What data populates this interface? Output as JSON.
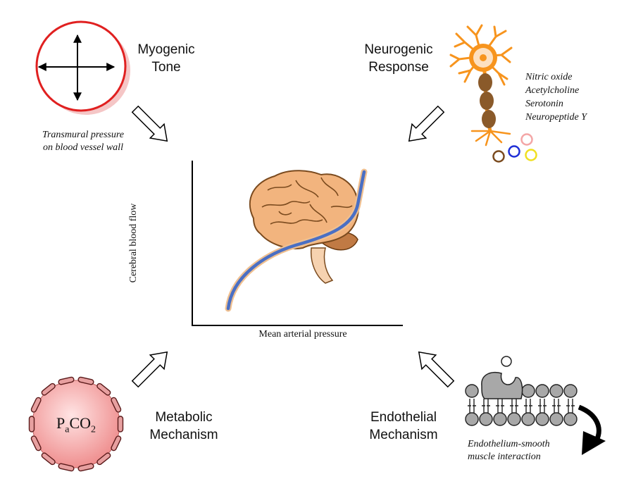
{
  "myogenic": {
    "title_line1": "Myogenic",
    "title_line2": "Tone",
    "caption_line1": "Transmural pressure",
    "caption_line2": "on blood vessel wall"
  },
  "neurogenic": {
    "title_line1": "Neurogenic",
    "title_line2": "Response",
    "transmitters": [
      "Nitric oxide",
      "Acetylcholine",
      "Serotonin",
      "Neuropeptide Y"
    ],
    "transmitter_colors": [
      "#f4a6a6",
      "#7a4a1e",
      "#1f2fd6",
      "#f0e020"
    ]
  },
  "metabolic": {
    "title_line1": "Metabolic",
    "title_line2": "Mechanism",
    "symbol_main": "P",
    "symbol_sub": "a",
    "symbol_rest": "CO",
    "symbol_sub2": "2"
  },
  "endothelial": {
    "title_line1": "Endothelial",
    "title_line2": "Mechanism",
    "caption_line1": "Endothelium-smooth",
    "caption_line2": "muscle interaction"
  },
  "graph": {
    "y_axis_label": "Cerebral blood flow",
    "x_axis_label": "Mean arterial pressure"
  },
  "colors": {
    "curve": "#4a6fc4",
    "curve_halo": "#f0c090",
    "brain": "#f2b47e",
    "neuron": "#f7941d",
    "vessel_ring": "#e02020",
    "co2_sphere": "#f39a9a",
    "membrane": "#a8a8a8"
  }
}
